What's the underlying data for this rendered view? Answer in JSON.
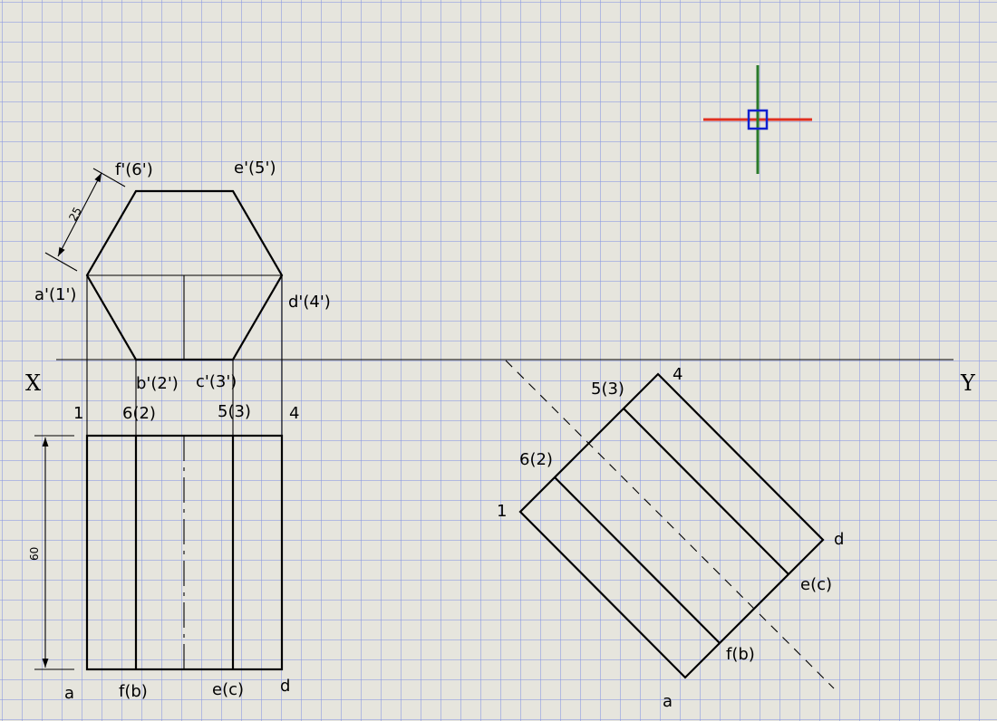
{
  "colors": {
    "background": "#e6e5dd",
    "grid": "#8796e1",
    "line": "#000000",
    "cursor_x_axis": "#e03020",
    "cursor_y_axis": "#2a7a2a",
    "cursor_box": "#1020d0"
  },
  "axis_labels": {
    "x": "X",
    "y": "Y"
  },
  "front_view": {
    "labels": {
      "f6": "f'(6')",
      "e5": "e'(5')",
      "a1": "a'(1')",
      "d4": "d'(4')",
      "b2": "b'(2')",
      "c3": "c'(3')"
    },
    "dimension": "25"
  },
  "top_view": {
    "top_labels": {
      "p1": "1",
      "p62": "6(2)",
      "p53": "5(3)",
      "p4": "4"
    },
    "bottom_labels": {
      "a": "a",
      "fb": "f(b)",
      "ec": "e(c)",
      "d": "d"
    },
    "dimension": "60"
  },
  "rotated_view": {
    "labels": {
      "p4": "4",
      "p53": "5(3)",
      "p62": "6(2)",
      "p1": "1",
      "d": "d",
      "ec": "e(c)",
      "fb": "f(b)",
      "a": "a"
    }
  },
  "cursor": {
    "icon": "crosshair-cursor-icon"
  }
}
